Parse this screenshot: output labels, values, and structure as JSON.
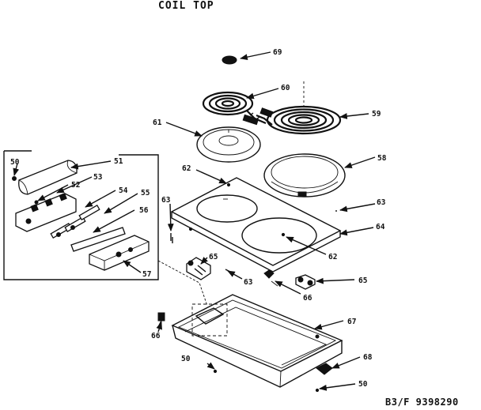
{
  "title": "COIL TOP",
  "document_number": "B3/F 9398290",
  "callouts": {
    "c69": "69",
    "c60": "60",
    "c59": "59",
    "c61": "61",
    "c58": "58",
    "c50a": "50",
    "c51": "51",
    "c52": "52",
    "c53": "53",
    "c54": "54",
    "c55": "55",
    "c56": "56",
    "c57": "57",
    "c62a": "62",
    "c63a": "63",
    "c63b": "63",
    "c64": "64",
    "c62b": "62",
    "c65a": "65",
    "c63c": "63",
    "c66a": "66",
    "c65b": "65",
    "c66b": "66",
    "c67": "67",
    "c50b": "50",
    "c68": "68",
    "c50c": "50"
  }
}
